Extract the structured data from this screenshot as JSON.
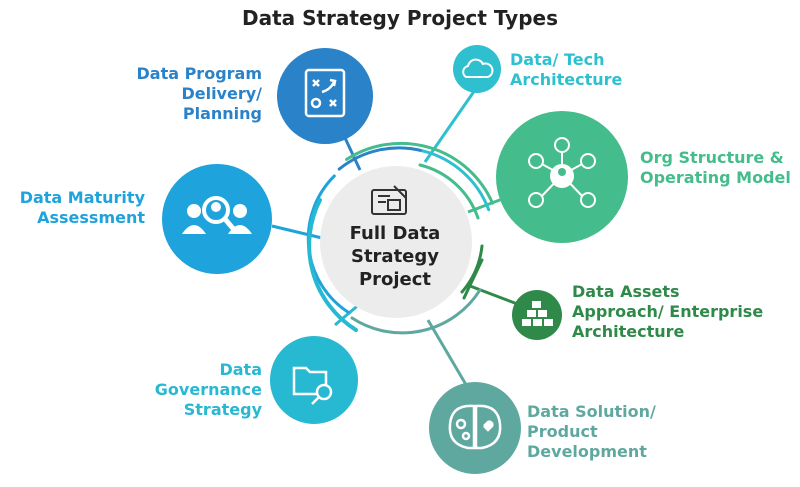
{
  "title": "Data Strategy Project Types",
  "center": {
    "lines": [
      "Full Data",
      "Strategy",
      "Project"
    ]
  },
  "nodes": {
    "program": {
      "lines": [
        "Data Program",
        "Delivery/",
        "Planning"
      ],
      "color": "#2a82c9",
      "icon": "strategy-board-icon"
    },
    "maturity": {
      "lines": [
        "Data Maturity",
        "Assessment"
      ],
      "color": "#1fa3dc",
      "icon": "group-search-icon"
    },
    "governance": {
      "lines": [
        "Data",
        "Governance",
        "Strategy"
      ],
      "color": "#27b8d2",
      "icon": "folder-search-icon"
    },
    "solution": {
      "lines": [
        "Data Solution/",
        "Product",
        "Development"
      ],
      "color": "#5fa8a0",
      "icon": "brain-icon"
    },
    "assets": {
      "lines": [
        "Data Assets",
        "Approach/ Enterprise",
        "Architecture"
      ],
      "color": "#2f8a4a",
      "icon": "blocks-icon"
    },
    "org": {
      "lines": [
        "Org Structure &",
        "Operating Model"
      ],
      "color": "#45bc8c",
      "icon": "network-people-icon"
    },
    "tech": {
      "lines": [
        "Data/ Tech",
        "Architecture"
      ],
      "color": "#2fc0cf",
      "icon": "cloud-icon"
    }
  }
}
